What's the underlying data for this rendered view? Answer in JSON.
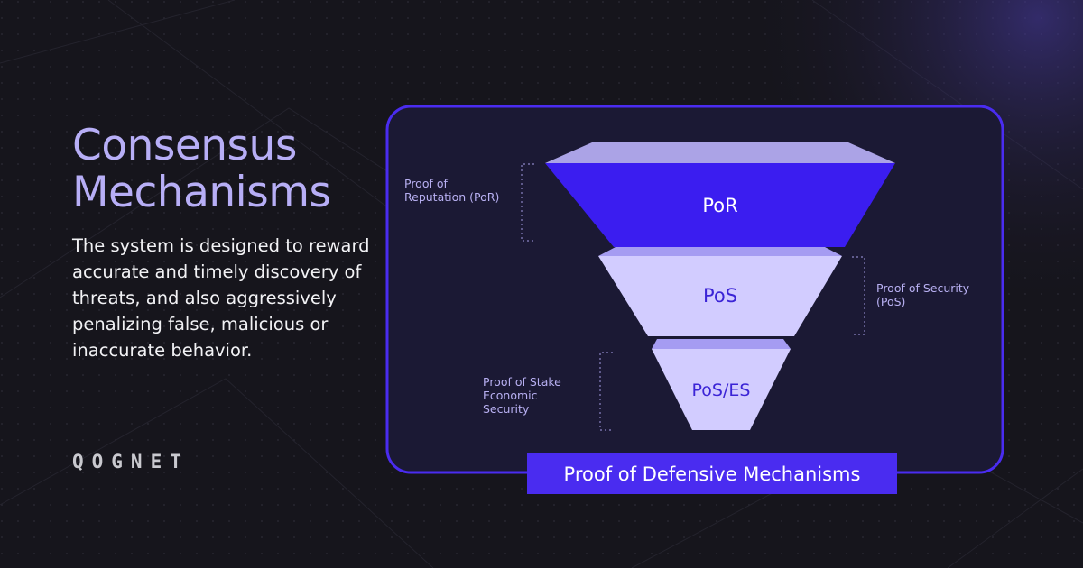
{
  "headline": [
    "Consensus",
    "Mechanisms"
  ],
  "description": "The system is designed to reward accurate and timely discovery of threats, and also aggressively penalizing false, malicious or inaccurate behavior.",
  "brand": "QOGNET",
  "diagram": {
    "tiers": [
      {
        "text": "PoR",
        "fill": "#3b1df0",
        "top_face": "#aba3e6",
        "text_color": "#ffffff"
      },
      {
        "text": "PoS",
        "fill": "#d2ccff",
        "top_face": "#a59cf2",
        "text_color": "#3b24d6"
      },
      {
        "text": "PoS/ES",
        "fill": "#d2ccff",
        "top_face": "#a59cf2",
        "text_color": "#3b24d6"
      }
    ],
    "labels": {
      "por": [
        "Proof of",
        "Reputation (PoR)"
      ],
      "pos": [
        "Proof of Security",
        "(PoS)"
      ],
      "poses": [
        "Proof of Stake",
        "Economic",
        "Security"
      ]
    },
    "banner": "Proof of Defensive Mechanisms"
  },
  "colors": {
    "background": "#16151c",
    "accent": "#4a2cf0",
    "headline": "#b7aef6",
    "frame": "#4a2cf0"
  }
}
